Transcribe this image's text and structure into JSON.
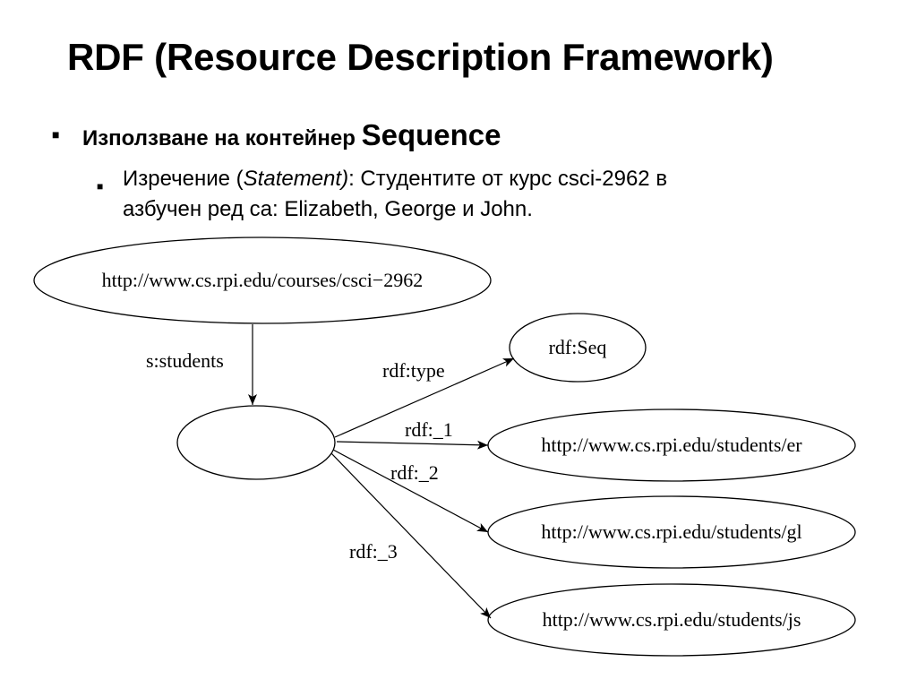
{
  "title": "RDF (Resource Description Framework)",
  "bullets": {
    "marker": "■",
    "level1": {
      "prefix": "Използване на контейнер",
      "emphasis": "Sequence"
    },
    "level2": {
      "line1_pre": "Изречение (",
      "line1_italic": "Statement)",
      "line1_post": ":   Студентите от курс csci-2962 в",
      "line2": "азбучен ред са: Elizabeth, George и John."
    }
  },
  "diagram": {
    "nodes": {
      "course": "http://www.cs.rpi.edu/courses/csci−2962",
      "blank": "",
      "seq": "rdf:Seq",
      "er": "http://www.cs.rpi.edu/students/er",
      "gl": "http://www.cs.rpi.edu/students/gl",
      "js": "http://www.cs.rpi.edu/students/js"
    },
    "edges": {
      "students": "s:students",
      "type": "rdf:type",
      "m1": "rdf:_1",
      "m2": "rdf:_2",
      "m3": "rdf:_3"
    }
  }
}
